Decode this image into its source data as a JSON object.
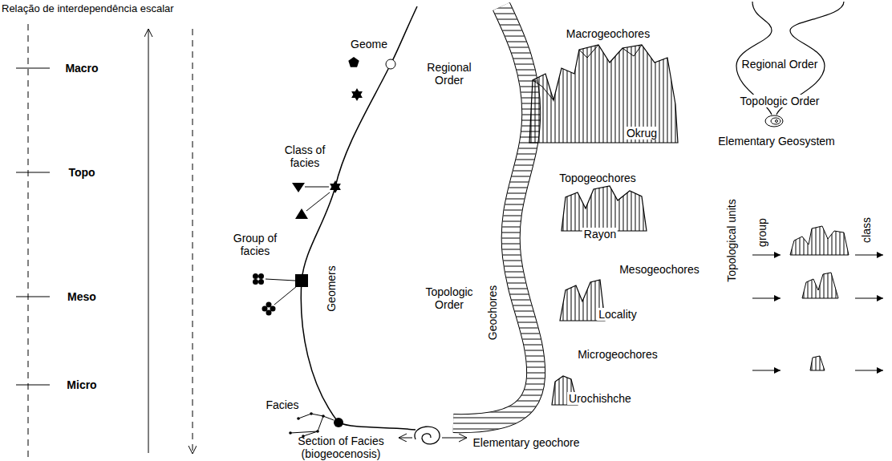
{
  "diagram": {
    "title": "Relação de interdependência escalar",
    "labels": [
      "Macro",
      "Topo",
      "Meso",
      "Micro",
      "Geome",
      "Regional Order",
      "Class of facies",
      "Group of facies",
      "Geomers",
      "Topologic Order",
      "Facies",
      "Section of Facies (biogeocenosis)",
      "Macrogeochores",
      "Okrug",
      "Topogeochores",
      "Rayon",
      "Mesogeochores",
      "Locality",
      "Microgeochores",
      "Urochishche",
      "Elementary geochore",
      "Geochores",
      "Regional Order",
      "Topologic Order",
      "Elementary Geosystem",
      "Topological units",
      "group",
      "class"
    ]
  }
}
